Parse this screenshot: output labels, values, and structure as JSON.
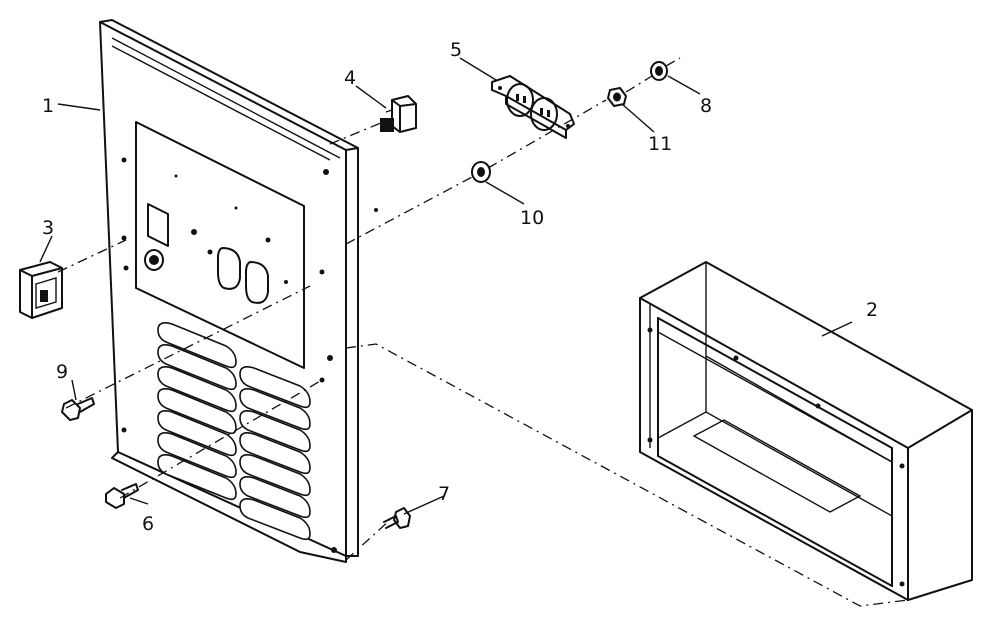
{
  "callouts": {
    "c1": "1",
    "c2": "2",
    "c3": "3",
    "c4": "4",
    "c5": "5",
    "c6": "6",
    "c7": "7",
    "c8": "8",
    "c9": "9",
    "c10": "10",
    "c11": "11"
  },
  "parts": [
    {
      "callout": "1",
      "icon": "control-panel-plate"
    },
    {
      "callout": "2",
      "icon": "housing-box"
    },
    {
      "callout": "3",
      "icon": "rocker-switch"
    },
    {
      "callout": "4",
      "icon": "circuit-breaker"
    },
    {
      "callout": "5",
      "icon": "duplex-receptacle"
    },
    {
      "callout": "6",
      "icon": "screw"
    },
    {
      "callout": "7",
      "icon": "screw"
    },
    {
      "callout": "8",
      "icon": "nut"
    },
    {
      "callout": "9",
      "icon": "screw"
    },
    {
      "callout": "10",
      "icon": "nut"
    },
    {
      "callout": "11",
      "icon": "nut"
    }
  ]
}
